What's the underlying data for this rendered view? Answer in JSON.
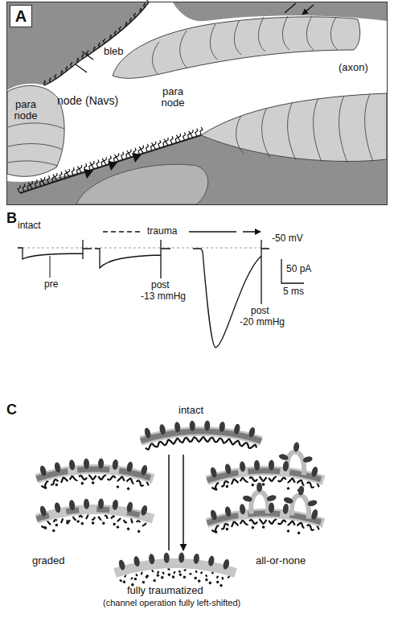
{
  "diagram": {
    "nodes": [
      {
        "text": [
          "bleb",
          "node (Navs)",
          "para node",
          "para node",
          "(axon)"
        ]
      },
      {
        "text": [
          "A"
        ],
        "in": 0
      }
    ],
    "labels": [
      "B",
      "intact",
      "trauma",
      "-50 mV",
      "pre",
      "post",
      "-13 mmHg",
      "post",
      "-20 mmHg",
      "50 pA",
      "5 ms",
      "C",
      "intact",
      "graded",
      "all-or-none",
      "fully traumatized",
      "(channel operation fully left-shifted)"
    ]
  }
}
